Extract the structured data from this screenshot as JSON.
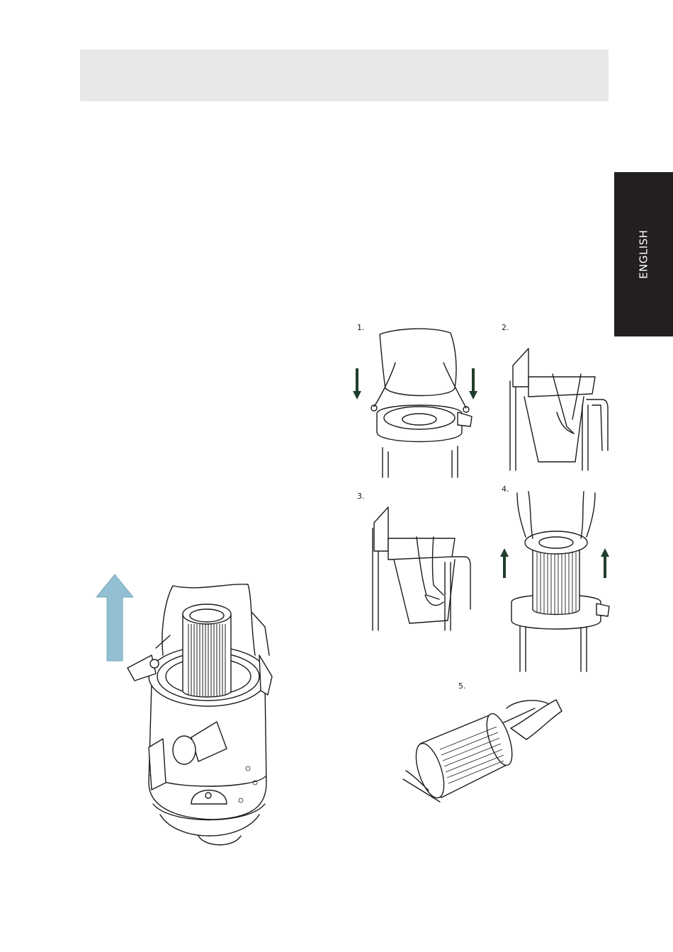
{
  "language_tab": {
    "label": "ENGLISH"
  },
  "colors": {
    "header_band": "#e8e8e8",
    "language_tab": "#231f20",
    "arrow_fill": "#93bfd3",
    "step_arrow": "#1f3d2c"
  },
  "steps": [
    {
      "number": "1.",
      "icon": "lid-removal-icon"
    },
    {
      "number": "2.",
      "icon": "bag-lift-icon"
    },
    {
      "number": "3.",
      "icon": "bag-tear-icon"
    },
    {
      "number": "4.",
      "icon": "filter-lift-icon"
    },
    {
      "number": "5.",
      "icon": "filter-clean-icon"
    }
  ]
}
